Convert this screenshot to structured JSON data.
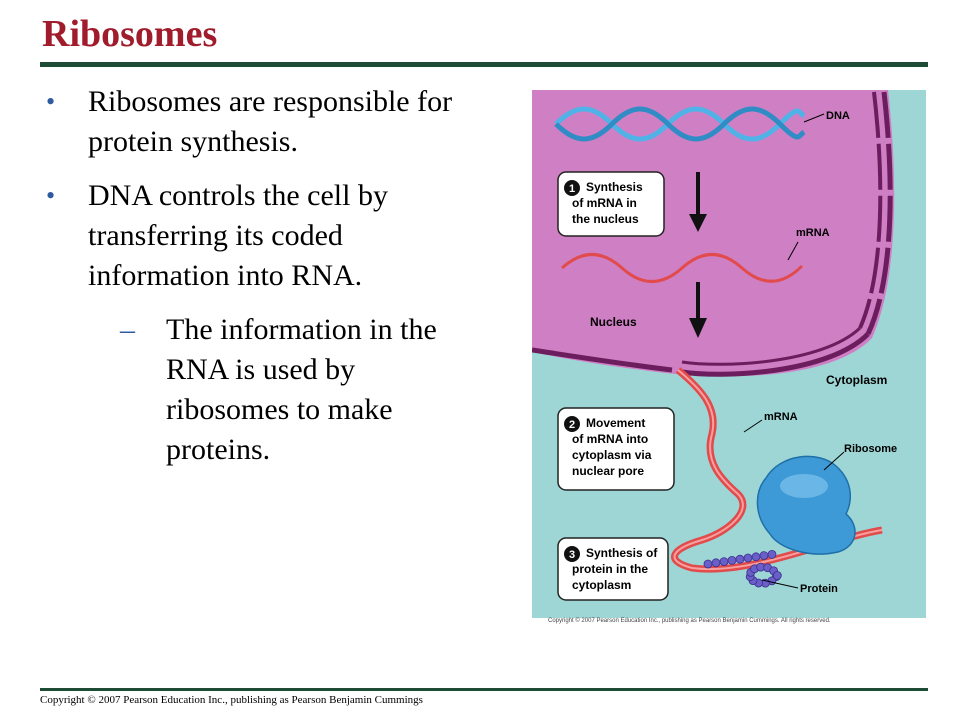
{
  "slide": {
    "title": "Ribosomes",
    "bullets": [
      "Ribosomes are responsible for protein synthesis.",
      "DNA controls the cell by transferring its coded information into RNA."
    ],
    "sub_bullet": "The information in the RNA is used by ribosomes to make proteins.",
    "footer": "Copyright © 2007 Pearson Education Inc., publishing as Pearson Benjamin Cummings"
  },
  "figure": {
    "labels": {
      "dna": "DNA",
      "mrna_top": "mRNA",
      "nucleus": "Nucleus",
      "cytoplasm": "Cytoplasm",
      "mrna_bottom": "mRNA",
      "ribosome": "Ribosome",
      "protein": "Protein"
    },
    "steps": [
      {
        "num": "1",
        "lines": [
          "Synthesis",
          "of mRNA in",
          "the nucleus"
        ]
      },
      {
        "num": "2",
        "lines": [
          "Movement",
          "of mRNA into",
          "cytoplasm via",
          "nuclear pore"
        ]
      },
      {
        "num": "3",
        "lines": [
          "Synthesis of",
          "protein in the",
          "cytoplasm"
        ]
      }
    ],
    "copyright": "Copyright © 2007 Pearson Education Inc., publishing as Pearson Benjamin Cummings. All rights reserved.",
    "colors": {
      "cytoplasm": "#9ed6d6",
      "nucleus": "#cf7fc4",
      "nuclear_envelope": "#6b1d5e",
      "dna": "#4fb3e8",
      "mrna": "#e24b4b",
      "ribosome": "#3d9ad6",
      "protein": "#6a5fc8"
    }
  }
}
